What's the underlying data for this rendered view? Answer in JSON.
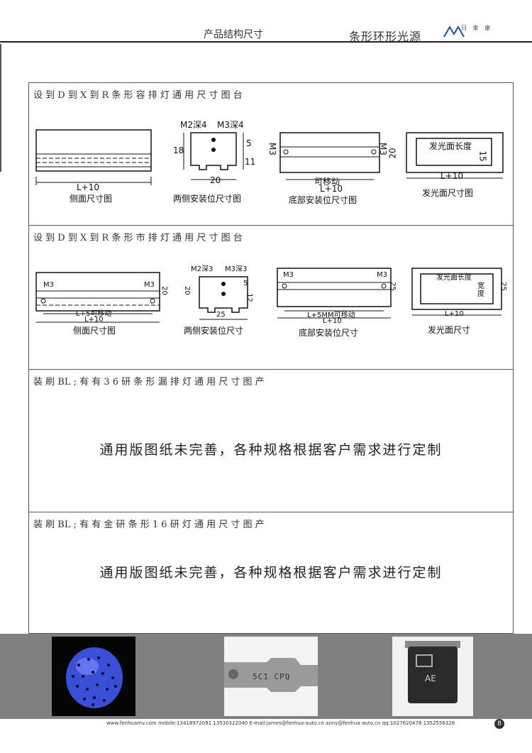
{
  "header": {
    "left_title": "产品结构尺寸",
    "right_title": "条形环形光源",
    "logo_text": "日 東 康"
  },
  "sections": [
    {
      "label": "设 到 D 到 X 到 R 条 形 容 排 灯 通 用 尺 寸 图 台",
      "side": {
        "dim_w": "L+10",
        "caption": "侧面尺寸图"
      },
      "mount": {
        "hole_a": "M2深4",
        "hole_b": "M3深4",
        "h_left": "18",
        "h_a": "5",
        "h_b": "11",
        "width": "20",
        "caption": "两侧安装位尺寸图"
      },
      "bottom": {
        "hole_l": "M3",
        "hole_r": "M3",
        "height": "20",
        "movable": "可移动",
        "dim_w": "L+10",
        "caption": "底部安装位尺寸图"
      },
      "emit": {
        "inner": "发光面长度",
        "inner_h": "15",
        "dim_w": "L+10",
        "caption": "发光面尺寸图"
      }
    },
    {
      "label": "设 到 D 到 X 到 R 条 形 市 排 灯 通 用 尺 寸 图 台",
      "side": {
        "hole_l": "M3",
        "hole_r": "M3",
        "height": "20",
        "movable": "L+5可移动",
        "dim_w": "L+10",
        "caption": "侧面尺寸图"
      },
      "mount": {
        "hole_a": "M2深3",
        "hole_b": "M3深3",
        "h_left": "20",
        "h_a": "5",
        "h_b": "12",
        "width": "25",
        "caption": "两侧安装位尺寸"
      },
      "bottom": {
        "hole_l": "M3",
        "hole_r": "M3",
        "height": "25",
        "movable": "L+5MM可移动",
        "dim_w": "L+10",
        "caption": "底部安装位尺寸"
      },
      "emit": {
        "inner": "发光面长度",
        "inner_w": "宽度",
        "height": "25",
        "dim_w": "L+10",
        "caption": "发光面尺寸"
      }
    },
    {
      "label": "装 刷 BL ; 有 有 3 6 研 条 形 漏 排 灯 通 用 尺 寸 图 产",
      "notice": "通用版图纸未完善，各种规格根据客户需求进行定制"
    },
    {
      "label": "装 刷 BL ; 有 有 金 研 条 形 1 6 研 灯 通 用 尺 寸 图 产",
      "notice": "通用版图纸未完善，各种规格根据客户需求进行定制"
    }
  ],
  "photos": [
    {
      "name": "blue-sphere-photo"
    },
    {
      "name": "metal-part-photo",
      "text": "5C1 CPQ"
    },
    {
      "name": "chip-photo",
      "text": "AE"
    }
  ],
  "footer": {
    "contact": "www.fenhuamv.com  mobile:13418972091 13530322040 E-mail:james@fenhua-auto.cn anny@fenhua-auto.cn qq:1027620478 1352556328",
    "page": "8"
  },
  "colors": {
    "band": "#808080",
    "photo_blue": "#3a4fd8"
  }
}
